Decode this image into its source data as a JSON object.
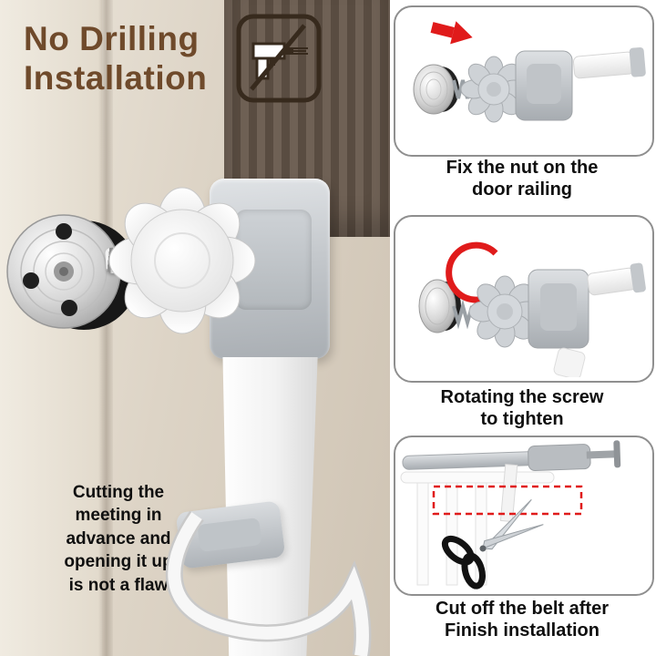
{
  "headline": {
    "line1": "No Drilling",
    "line2": "Installation"
  },
  "steps": [
    {
      "line1": "Fix the nut on the",
      "line2": "door railing"
    },
    {
      "line1": "Rotating the screw",
      "line2": "to tighten"
    },
    {
      "line1": "Cut off the belt after",
      "line2": "Finish installation"
    }
  ],
  "note": {
    "lines": [
      "Cutting the",
      "meeting in",
      "advance and",
      "opening it up",
      "is not a flaw"
    ]
  },
  "icons": {
    "badge": "no-drilling-icon",
    "step1": "red-arrow-right-icon",
    "step2": "red-rotation-arrow-icon",
    "step3": "scissors-icon"
  },
  "colors": {
    "headline": "#6f4a2b",
    "caption": "#0f0f0f",
    "accent_red": "#e01b1b",
    "panel_border": "#8f8f8f",
    "silver": "#c9c9c9"
  }
}
